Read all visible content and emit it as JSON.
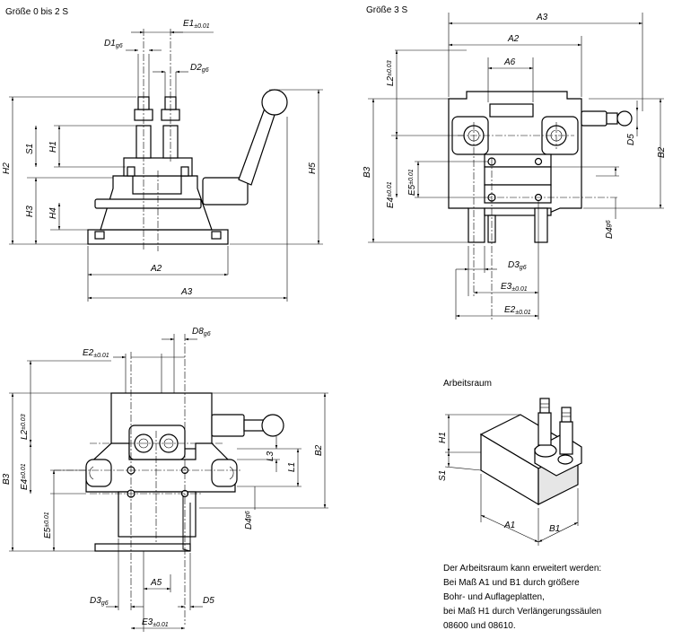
{
  "headings": {
    "size_0_2": "Größe 0 bis 2 S",
    "size_3": "Größe 3 S",
    "workspace": "Arbeitsraum"
  },
  "view_top_left": {
    "D1": "D1",
    "D1_tol": "g6",
    "E1": "E1",
    "E1_tol": "±0.01",
    "D2": "D2",
    "D2_tol": "g6",
    "H1": "H1",
    "S1": "S1",
    "H2": "H2",
    "H3": "H3",
    "H4": "H4",
    "H5": "H5",
    "A2": "A2",
    "A3": "A3"
  },
  "view_top_right": {
    "A3": "A3",
    "A2": "A2",
    "A6": "A6",
    "L2": "L2",
    "L2_tol": "±0.03",
    "D5": "D5",
    "B2": "B2",
    "B3": "B3",
    "E4": "E4",
    "E4_tol": "±0.01",
    "E5": "E5",
    "E5_tol": "±0.01",
    "D4": "D4",
    "D4_tol": "g6",
    "D3": "D3",
    "D3_tol": "g6",
    "E3": "E3",
    "E3_tol": "±0.01",
    "E2": "E2",
    "E2_tol": "±0.01"
  },
  "view_bottom_left": {
    "E2": "E2",
    "E2_tol": "±0.01",
    "D8": "D8",
    "D8_tol": "g6",
    "L2": "L2",
    "L2_tol": "±0.03",
    "B3": "B3",
    "E4": "E4",
    "E4_tol": "±0.01",
    "L3": "L3",
    "L1": "L1",
    "B2": "B2",
    "D4": "D4",
    "D4_tol": "g6",
    "E5": "E5",
    "E5_tol": "±0.01",
    "A5": "A5",
    "D3": "D3",
    "D3_tol": "g6",
    "D5": "D5",
    "E3": "E3",
    "E3_tol": "±0.01"
  },
  "view_workspace": {
    "H1": "H1",
    "S1": "S1",
    "A1": "A1",
    "B1": "B1"
  },
  "note_lines": [
    "Der Arbeitsraum kann erweitert werden:",
    "Bei Maß A1 und B1 durch größere",
    "Bohr- und Auflageplatten,",
    "bei Maß H1 durch Verlängerungssäulen",
    "08600 und 08610."
  ]
}
